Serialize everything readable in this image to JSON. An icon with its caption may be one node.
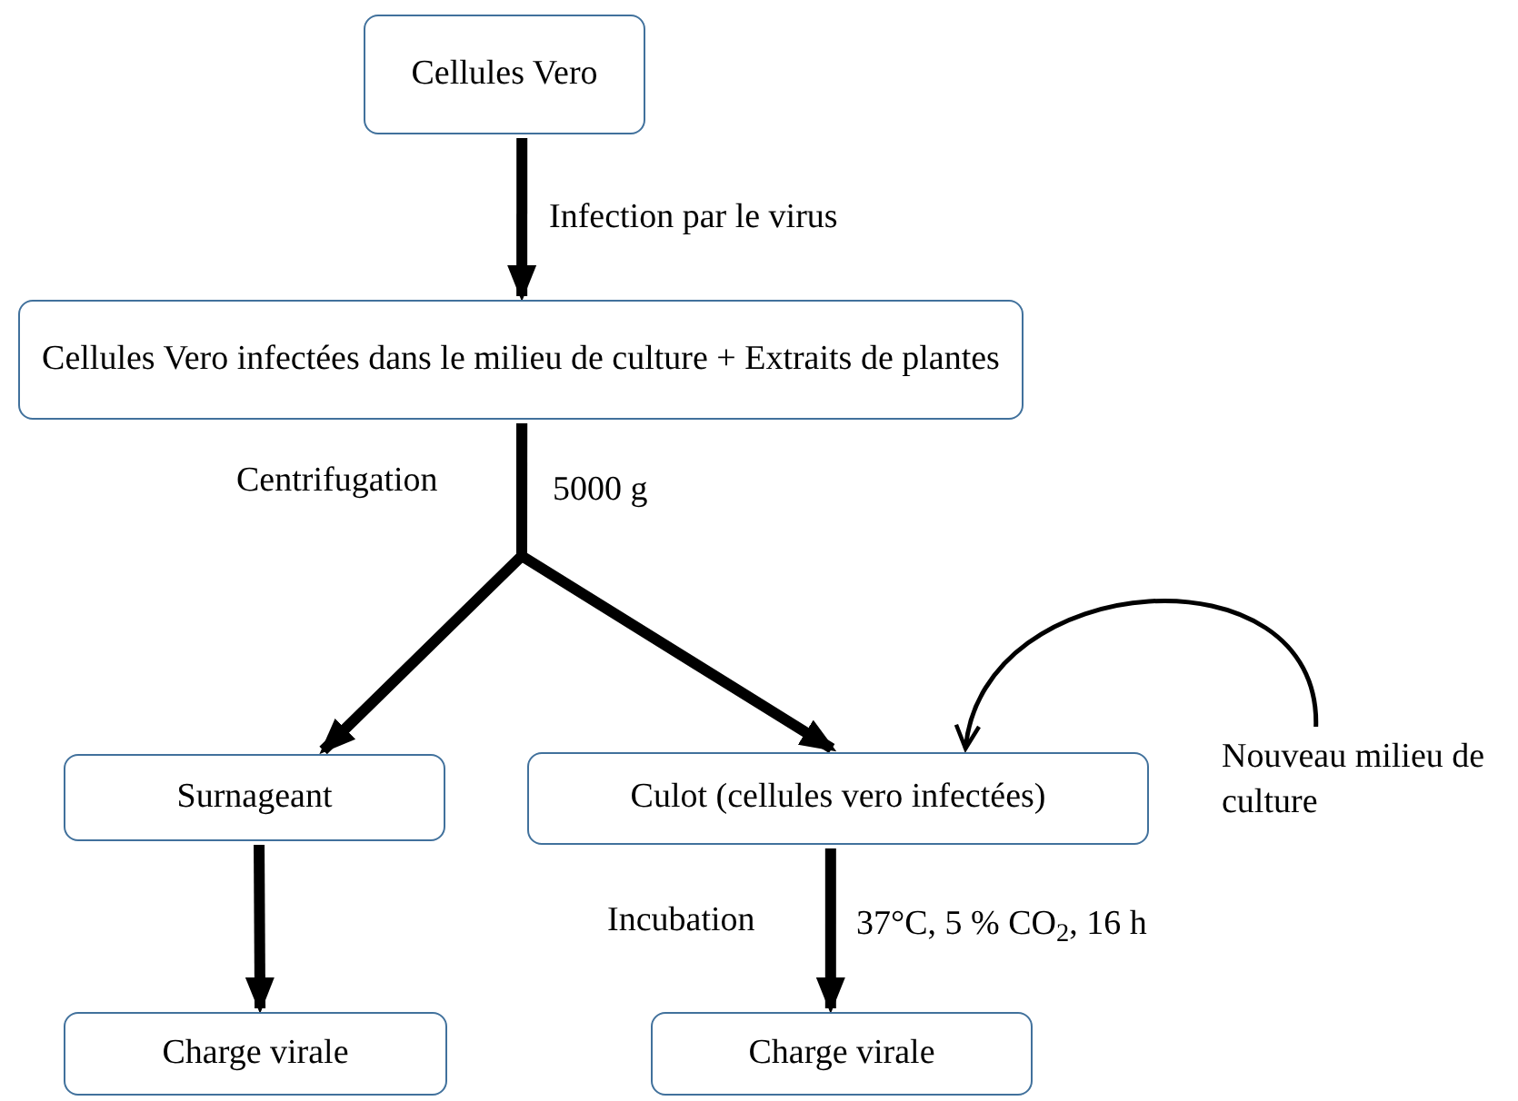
{
  "diagram": {
    "nodes": [
      {
        "text": [
          "Cellules Vero"
        ]
      },
      {
        "text": [
          "Cellules Vero infectées dans le milieu de culture + Extraits de plantes"
        ]
      },
      {
        "text": [
          "Surnageant"
        ]
      },
      {
        "text": [
          "Culot (cellules vero infectées)"
        ]
      },
      {
        "text": [
          "Charge virale"
        ]
      },
      {
        "text": [
          "Charge virale"
        ]
      },
      {
        "text": [
          "Nouveau milieu de culture"
        ]
      }
    ],
    "edges": [
      {
        "from": 0,
        "to": 1,
        "arrow": "to",
        "label": "Infection par le virus"
      },
      {
        "from": 1,
        "to": 2,
        "arrow": "to"
      },
      {
        "from": 1,
        "to": 3,
        "arrow": "to"
      },
      {
        "from": 3,
        "to": 5,
        "arrow": "to",
        "label": "Incubation"
      },
      {
        "from": 2,
        "to": 4,
        "arrow": "to"
      },
      {
        "from": 6,
        "to": 3,
        "arrow": "to"
      }
    ],
    "labels": [
      "Centrifugation",
      "5000 g",
      "37°C, 5 % CO$_{2}$, 16 h"
    ]
  }
}
